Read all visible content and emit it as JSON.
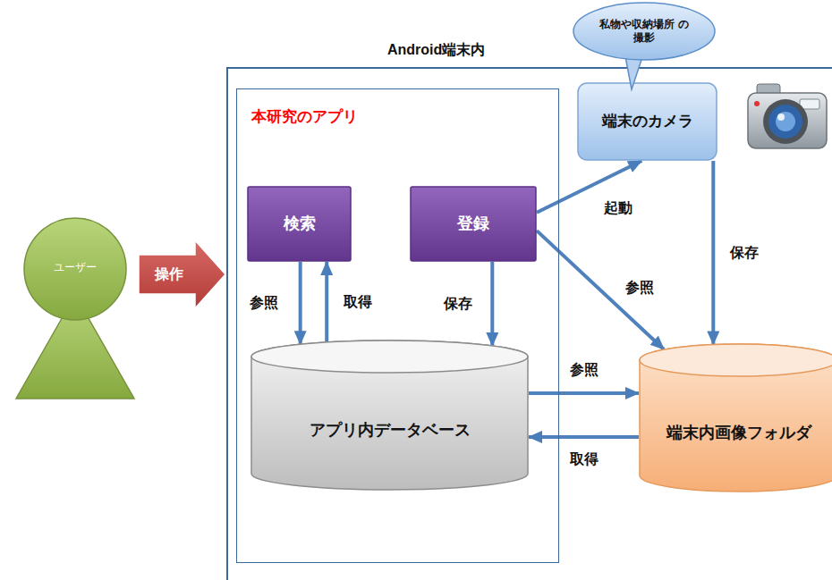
{
  "diagram": {
    "nodes": [
      {
        "text": [
          "ユーザー"
        ]
      },
      {
        "text": [
          "Android端末内"
        ]
      },
      {
        "text": [
          "本研究のアプリ"
        ],
        "in": 1
      },
      {
        "text": [
          "検索"
        ],
        "in": 2
      },
      {
        "text": [
          "登録"
        ],
        "in": 2
      },
      {
        "text": [
          "アプリ内データベース"
        ],
        "in": 2
      },
      {
        "text": [
          "私物や収納場所 の撮影"
        ]
      },
      {
        "text": [
          "端末のカメラ"
        ],
        "in": 1
      },
      {
        "text": [
          "端末内画像フォルダ"
        ],
        "in": 1
      }
    ],
    "edges": [
      {
        "from": 0,
        "to": 2,
        "label": "操作",
        "arrow": "to"
      },
      {
        "from": 3,
        "to": 5,
        "label": "参照",
        "arrow": "to"
      },
      {
        "from": 5,
        "to": 3,
        "label": "取得",
        "arrow": "to"
      },
      {
        "from": 4,
        "to": 5,
        "label": "保存",
        "arrow": "to"
      },
      {
        "from": 4,
        "to": 7,
        "label": "起動",
        "arrow": "to"
      },
      {
        "from": 4,
        "to": 8,
        "label": "参照",
        "arrow": "to"
      },
      {
        "from": 7,
        "to": 8,
        "label": "保存",
        "arrow": "to"
      },
      {
        "from": 5,
        "to": 8,
        "label": "参照",
        "arrow": "to"
      },
      {
        "from": 8,
        "to": 5,
        "label": "取得",
        "arrow": "to"
      }
    ]
  }
}
